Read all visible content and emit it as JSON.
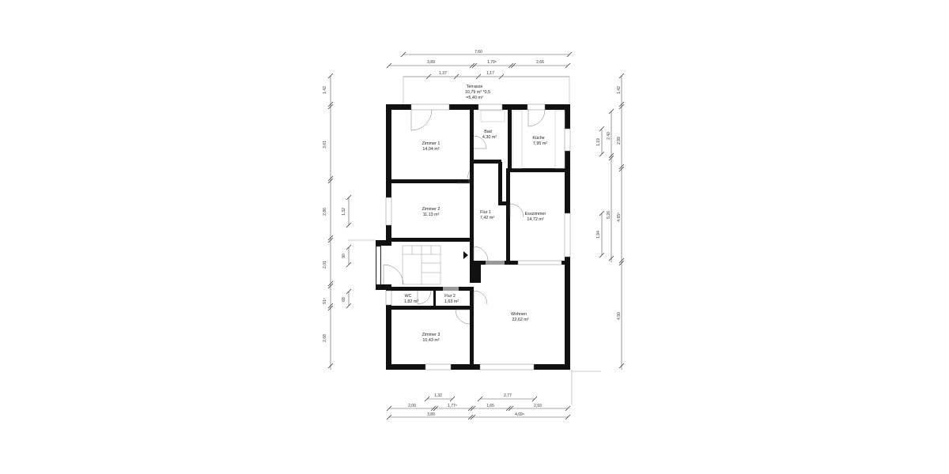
{
  "plan": {
    "terrace": {
      "name": "Terrasse",
      "area": "10,79 m² *0,5",
      "effective": "=5,40 m²"
    },
    "rooms": [
      {
        "name": "Zimmer 1",
        "area": "14,04 m²"
      },
      {
        "name": "Bad",
        "area": "4,30 m²"
      },
      {
        "name": "Küche",
        "area": "7,95 m²"
      },
      {
        "name": "Zimmer 2",
        "area": "11,13 m²"
      },
      {
        "name": "Flur 1",
        "area": "7,42 m²"
      },
      {
        "name": "Esszimmer",
        "area": "14,72 m²"
      },
      {
        "name": "WC",
        "area": "1,82 m²"
      },
      {
        "name": "Flur 2",
        "area": "1,63 m²"
      },
      {
        "name": "Wohnen",
        "area": "22,62 m²"
      },
      {
        "name": "Zimmer 3",
        "area": "10,43 m²"
      }
    ]
  },
  "dimensions": {
    "top": {
      "total": "7,60",
      "row2": [
        "3,89",
        "1,79⁵",
        "2,66"
      ],
      "row3": [
        "1,37",
        "1,17"
      ]
    },
    "bottom": {
      "row1": [
        "1,32",
        "2,77"
      ],
      "row2": [
        "2,00",
        "1,77⁵",
        "1,65",
        "2,93"
      ],
      "row3": [
        "3,89",
        "4,69⁵"
      ]
    },
    "left": {
      "outer": [
        "1,42",
        "3,61",
        "2,86",
        "2,01",
        "91⁵",
        "2,68"
      ],
      "inner": [
        "1,32",
        "90",
        "68"
      ]
    },
    "right": {
      "outer": [
        "1,42",
        "2,99",
        "4,65³",
        "4,90"
      ],
      "middle": [
        "2,40",
        "5,26"
      ],
      "inner": [
        "1,19",
        "1,94"
      ]
    }
  }
}
